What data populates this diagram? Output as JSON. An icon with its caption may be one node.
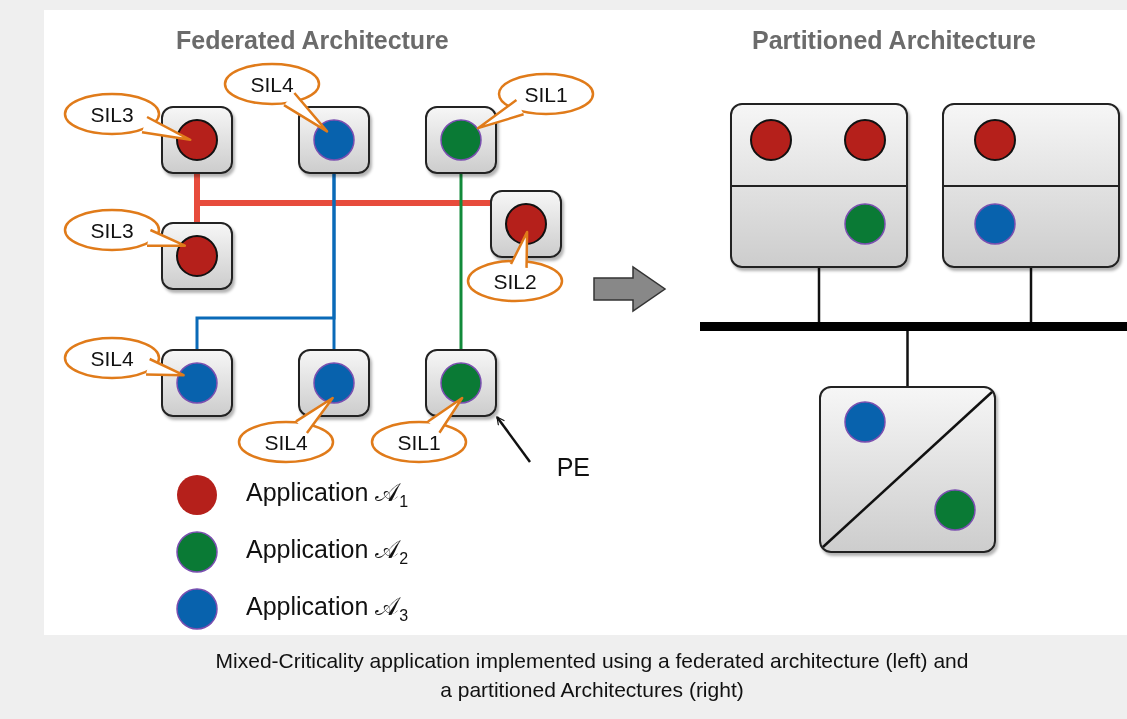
{
  "diagram": {
    "caption": "Mixed-Criticality application implemented using a federated architecture (left) and a partitioned Architectures (right)",
    "nodes": [
      {
        "text": [
          "SIL3"
        ]
      },
      {
        "text": [
          "SIL4"
        ]
      },
      {
        "text": [
          "SIL1"
        ]
      },
      {
        "text": [],
        "shape": "box"
      },
      {
        "text": [],
        "shape": "box"
      },
      {
        "text": [],
        "shape": "box"
      },
      {
        "text": [
          "SIL3"
        ]
      },
      {
        "text": [],
        "shape": "box"
      },
      {
        "text": [],
        "shape": "box"
      },
      {
        "text": [
          "SIL2"
        ]
      },
      {
        "text": [
          "SIL4"
        ]
      },
      {
        "text": [],
        "shape": "box"
      },
      {
        "text": [],
        "shape": "box"
      },
      {
        "text": [],
        "shape": "box"
      },
      {
        "text": [
          "SIL4"
        ]
      },
      {
        "text": [
          "SIL1"
        ]
      },
      {
        "text": [
          "PE"
        ]
      },
      {
        "text": [],
        "shape": "box"
      },
      {
        "text": [],
        "shape": "box"
      },
      {
        "text": [],
        "shape": "bar"
      },
      {
        "text": [],
        "shape": "box"
      }
    ],
    "edges": [
      {
        "from": 3,
        "to": 7,
        "arrow": "none",
        "style": "thick",
        "color": "#e74c3c"
      },
      {
        "from": 3,
        "to": 8,
        "arrow": "none",
        "style": "thick",
        "color": "#e74c3c"
      },
      {
        "from": 4,
        "to": 12,
        "arrow": "none",
        "color": "#0a6ab8"
      },
      {
        "from": 4,
        "to": 11,
        "arrow": "none",
        "color": "#0a6ab8"
      },
      {
        "from": 5,
        "to": 13,
        "arrow": "none",
        "color": "#128a3a"
      },
      {
        "from": 16,
        "to": 13,
        "arrow": "to"
      },
      {
        "from": 17,
        "to": 19,
        "arrow": "none"
      },
      {
        "from": 18,
        "to": 19,
        "arrow": "none"
      },
      {
        "from": 19,
        "to": 20,
        "arrow": "none"
      }
    ],
    "labels": [
      "Federated Architecture",
      "Partitioned Architecture"
    ],
    "legend": [
      {
        "text": "Application 𝒜$_{1}$",
        "color": "#b5201b"
      },
      {
        "text": "Application 𝒜$_{2}$",
        "color": "#0a7a35"
      },
      {
        "text": "Application 𝒜$_{3}$",
        "color": "#0862ad"
      }
    ]
  }
}
